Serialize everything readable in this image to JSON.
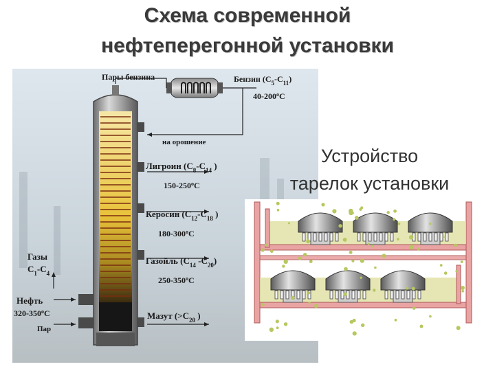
{
  "title": {
    "line1": "Схема современной",
    "line2": "нефтеперегонной установки"
  },
  "subtitle": {
    "line1": "Устройство",
    "line2": "тарелок установки"
  },
  "column": {
    "top_vapor": "Пары бензина",
    "reflux": "на орошение",
    "products": [
      {
        "name_pre": "Бензин (C",
        "s1": "5",
        "mid": "-C",
        "s2": "11",
        "post": ")",
        "temp_pre": "40-200",
        "temp_post": "C"
      },
      {
        "name_pre": "Лигроин (C",
        "s1": "8",
        "mid": "-C",
        "s2": "14",
        "post": " )",
        "temp_pre": "150-250",
        "temp_post": "C"
      },
      {
        "name_pre": "Керосин (C",
        "s1": "12",
        "mid": "-C",
        "s2": "18",
        "post": " )",
        "temp_pre": "180-300",
        "temp_post": "C"
      },
      {
        "name_pre": "Газойль (C",
        "s1": "14",
        "mid": " -C",
        "s2": "20",
        "post": ")",
        "temp_pre": "250-350",
        "temp_post": "C"
      },
      {
        "name_pre": "Мазут  (>C",
        "s1": "20",
        "mid": "",
        "s2": "",
        "post": " )",
        "temp_pre": "",
        "temp_post": ""
      }
    ],
    "gases": {
      "line1": "Газы",
      "line2_pre": "C",
      "s1": "1",
      "mid": "-C",
      "s2": "4"
    },
    "feed": {
      "line1": "Нефть",
      "line2_pre": "320-350",
      "line2_post": "C"
    },
    "steam": "Пар",
    "degree": "o"
  },
  "colors": {
    "pipe": "#e69a9a",
    "liquid": "#d8d27a",
    "cap": "#9a9a9a"
  }
}
